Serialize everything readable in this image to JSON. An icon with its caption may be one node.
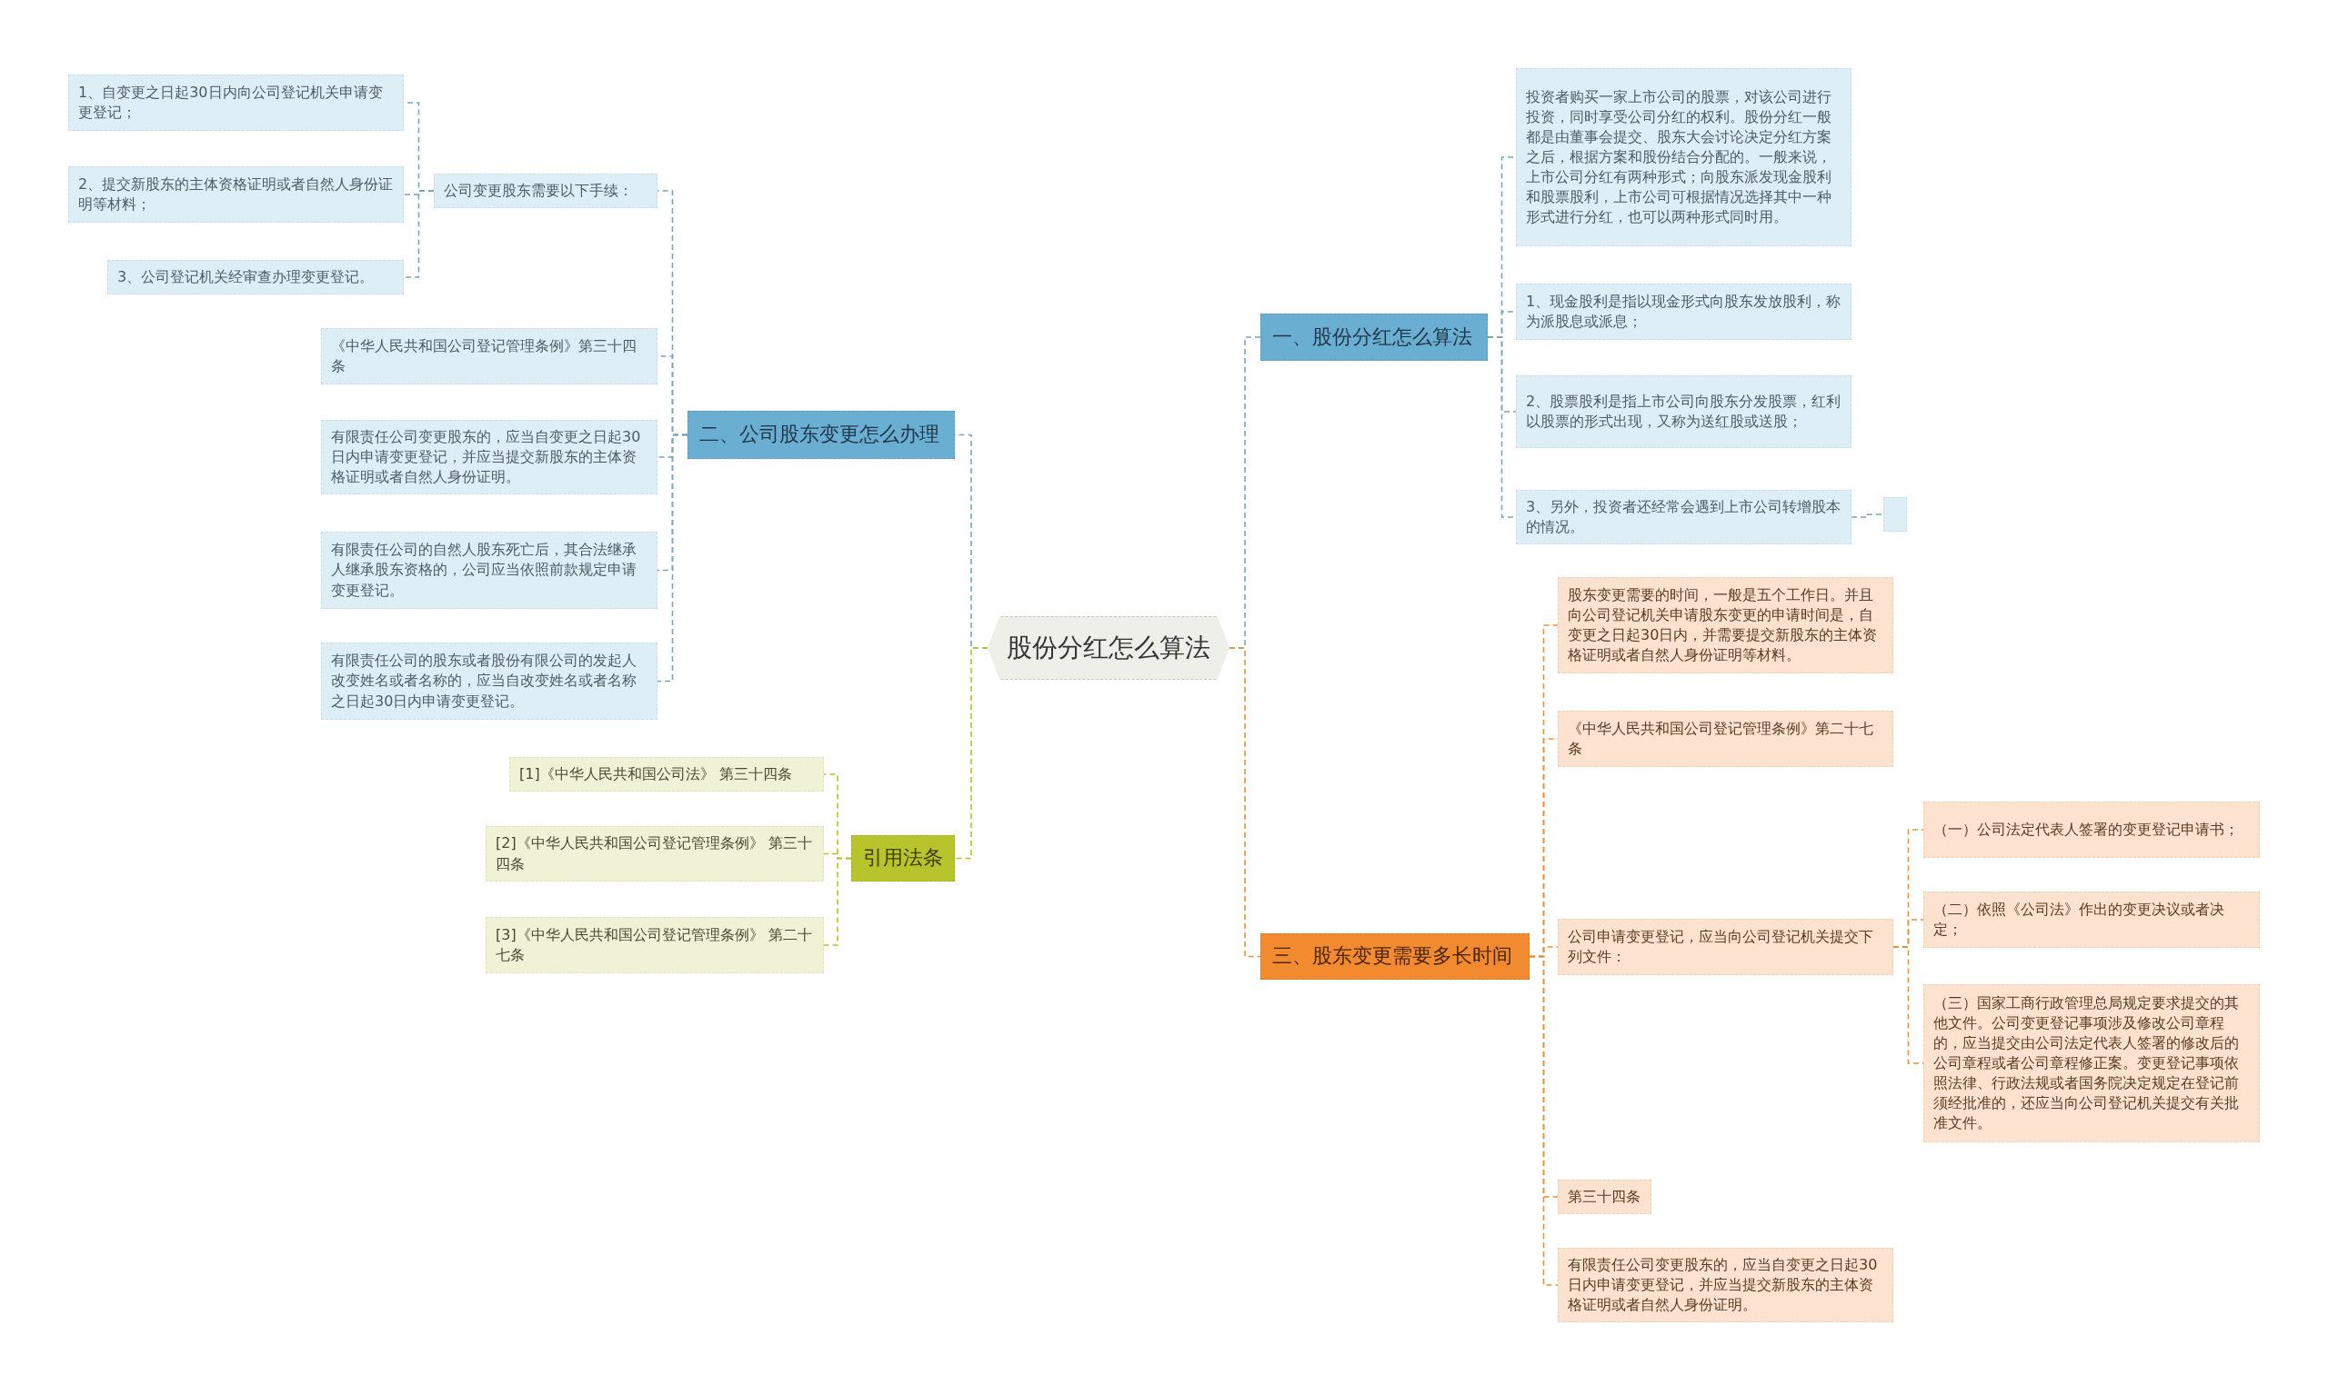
{
  "diagram": {
    "nodes": [
      {
        "text": [
          "股份分红怎么算法"
        ]
      },
      {
        "text": [
          "一、股份分红怎么算法"
        ]
      },
      {
        "text": [
          "投资者购买一家上市公司的股票，对该公司进行投资，同时享受公司分红的权利。股份分红一般都是由董事会提交、股东大会讨论决定分红方案之后，根据方案和股份结合分配的。一般来说，上市公司分红有两种形式；向股东派发现金股利和股票股利，上市公司可根据情况选择其中一种形式进行分红，也可以两种形式同时用。"
        ]
      },
      {
        "text": [
          "1、现金股利是指以现金形式向股东发放股利，称为派股息或派息；"
        ]
      },
      {
        "text": [
          "2、股票股利是指上市公司向股东分发股票，红利以股票的形式出现，又称为送红股或送股；"
        ]
      },
      {
        "text": [
          "3、另外，投资者还经常会遇到上市公司转增股本的情况。"
        ]
      },
      {
        "text": [],
        "shape": "box"
      },
      {
        "text": [
          "二、公司股东变更怎么办理"
        ]
      },
      {
        "text": [
          "公司变更股东需要以下手续："
        ]
      },
      {
        "text": [
          "1、自变更之日起30日内向公司登记机关申请变更登记；"
        ]
      },
      {
        "text": [
          "2、提交新股东的主体资格证明或者自然人身份证明等材料；"
        ]
      },
      {
        "text": [
          "3、公司登记机关经审查办理变更登记。"
        ]
      },
      {
        "text": [
          "《中华人民共和国公司登记管理条例》第三十四条"
        ]
      },
      {
        "text": [
          "有限责任公司变更股东的，应当自变更之日起30日内申请变更登记，并应当提交新股东的主体资格证明或者自然人身份证明。"
        ]
      },
      {
        "text": [
          "有限责任公司的自然人股东死亡后，其合法继承人继承股东资格的，公司应当依照前款规定申请变更登记。"
        ]
      },
      {
        "text": [
          "有限责任公司的股东或者股份有限公司的发起人改变姓名或者名称的，应当自改变姓名或者名称之日起30日内申请变更登记。"
        ]
      },
      {
        "text": [
          "引用法条"
        ]
      },
      {
        "text": [
          "[1]《中华人民共和国公司法》 第三十四条"
        ]
      },
      {
        "text": [
          "[2]《中华人民共和国公司登记管理条例》 第三十四条"
        ]
      },
      {
        "text": [
          "[3]《中华人民共和国公司登记管理条例》 第二十七条"
        ]
      },
      {
        "text": [
          "三、股东变更需要多长时间"
        ]
      },
      {
        "text": [
          "股东变更需要的时间，一般是五个工作日。并且向公司登记机关申请股东变更的申请时间是，自变更之日起30日内，并需要提交新股东的主体资格证明或者自然人身份证明等材料。"
        ]
      },
      {
        "text": [
          "《中华人民共和国公司登记管理条例》第二十七条"
        ]
      },
      {
        "text": [
          "公司申请变更登记，应当向公司登记机关提交下列文件："
        ]
      },
      {
        "text": [
          "（一）公司法定代表人签署的变更登记申请书；"
        ]
      },
      {
        "text": [
          "（二）依照《公司法》作出的变更决议或者决定；"
        ]
      },
      {
        "text": [
          "（三）国家工商行政管理总局规定要求提交的其他文件。公司变更登记事项涉及修改公司章程的，应当提交由公司法定代表人签署的修改后的公司章程或者公司章程修正案。变更登记事项依照法律、行政法规或者国务院决定规定在登记前须经批准的，还应当向公司登记机关提交有关批准文件。"
        ]
      },
      {
        "text": [
          "第三十四条"
        ]
      },
      {
        "text": [
          "有限责任公司变更股东的，应当自变更之日起30日内申请变更登记，并应当提交新股东的主体资格证明或者自然人身份证明。"
        ]
      }
    ],
    "edges": [
      {
        "from": 0,
        "to": 1,
        "arrow": "none"
      },
      {
        "from": 1,
        "to": 2,
        "arrow": "none"
      },
      {
        "from": 1,
        "to": 3,
        "arrow": "none"
      },
      {
        "from": 1,
        "to": 4,
        "arrow": "none"
      },
      {
        "from": 1,
        "to": 5,
        "arrow": "none"
      },
      {
        "from": 5,
        "to": 6,
        "arrow": "none"
      },
      {
        "from": 0,
        "to": 7,
        "arrow": "none"
      },
      {
        "from": 7,
        "to": 8,
        "arrow": "none"
      },
      {
        "from": 8,
        "to": 9,
        "arrow": "none"
      },
      {
        "from": 8,
        "to": 10,
        "arrow": "none"
      },
      {
        "from": 8,
        "to": 11,
        "arrow": "none"
      },
      {
        "from": 7,
        "to": 12,
        "arrow": "none"
      },
      {
        "from": 7,
        "to": 13,
        "arrow": "none"
      },
      {
        "from": 7,
        "to": 14,
        "arrow": "none"
      },
      {
        "from": 7,
        "to": 15,
        "arrow": "none"
      },
      {
        "from": 0,
        "to": 16,
        "arrow": "none",
        "color": "#b5c22a"
      },
      {
        "from": 16,
        "to": 17,
        "arrow": "none",
        "color": "#b5c22a"
      },
      {
        "from": 16,
        "to": 18,
        "arrow": "none",
        "color": "#b5c22a"
      },
      {
        "from": 16,
        "to": 19,
        "arrow": "none",
        "color": "#b5c22a"
      },
      {
        "from": 0,
        "to": 20,
        "arrow": "none",
        "color": "#e8913a"
      },
      {
        "from": 20,
        "to": 21,
        "arrow": "none",
        "color": "#e8913a"
      },
      {
        "from": 20,
        "to": 22,
        "arrow": "none",
        "color": "#e8913a"
      },
      {
        "from": 20,
        "to": 23,
        "arrow": "none",
        "color": "#e8913a"
      },
      {
        "from": 23,
        "to": 24,
        "arrow": "none",
        "color": "#e8913a"
      },
      {
        "from": 23,
        "to": 25,
        "arrow": "none",
        "color": "#e8913a"
      },
      {
        "from": 23,
        "to": 26,
        "arrow": "none",
        "color": "#e8913a"
      },
      {
        "from": 20,
        "to": 27,
        "arrow": "none",
        "color": "#e8913a"
      },
      {
        "from": 20,
        "to": 28,
        "arrow": "none",
        "color": "#e8913a"
      }
    ]
  }
}
